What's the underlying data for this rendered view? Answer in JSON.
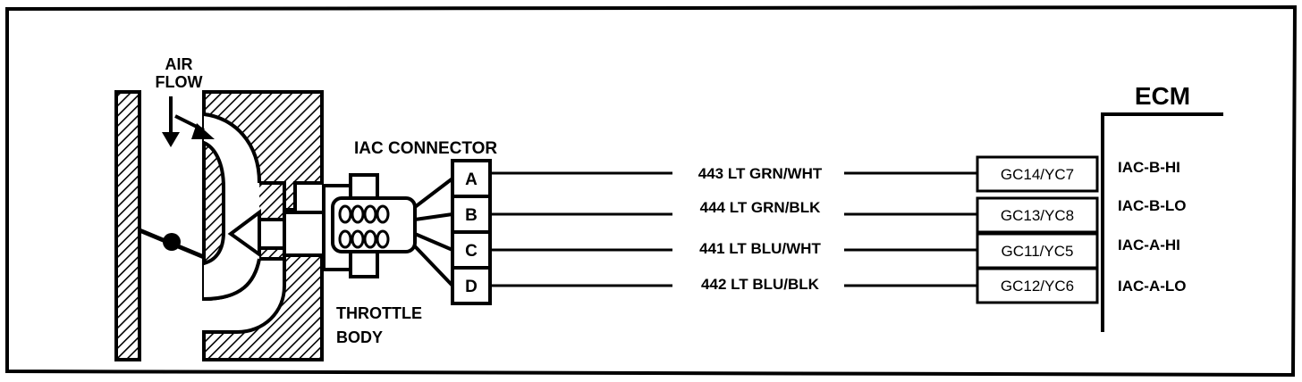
{
  "labels": {
    "air_flow_line1": "AIR",
    "air_flow_line2": "FLOW",
    "iac_connector": "IAC CONNECTOR",
    "throttle_body_line1": "THROTTLE",
    "throttle_body_line2": "BODY",
    "ecm": "ECM"
  },
  "connector_pins": [
    "A",
    "B",
    "C",
    "D"
  ],
  "circuits": [
    {
      "pin": "A",
      "wire": "443 LT GRN/WHT",
      "terminal": "GC14/YC7",
      "signal": "IAC-B-HI"
    },
    {
      "pin": "B",
      "wire": "444 LT GRN/BLK",
      "terminal": "GC13/YC8",
      "signal": "IAC-B-LO"
    },
    {
      "pin": "C",
      "wire": "441 LT BLU/WHT",
      "terminal": "GC11/YC5",
      "signal": "IAC-A-HI"
    },
    {
      "pin": "D",
      "wire": "442 LT BLU/BLK",
      "terminal": "GC12/YC6",
      "signal": "IAC-A-LO"
    }
  ]
}
